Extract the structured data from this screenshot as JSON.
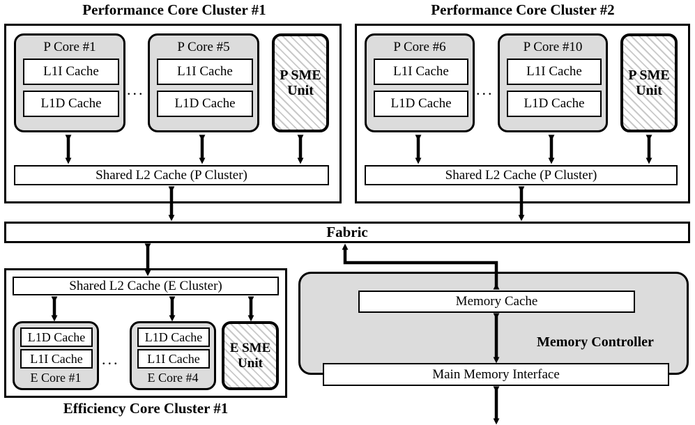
{
  "diagram": {
    "type": "block-diagram",
    "titles": {
      "p_cluster_1": "Performance Core Cluster #1",
      "p_cluster_2": "Performance Core Cluster #2",
      "e_cluster_1": "Efficiency Core Cluster #1"
    },
    "p_cluster_1": {
      "cores": [
        {
          "name": "P Core #1",
          "caches": [
            "L1I  Cache",
            "L1D Cache"
          ]
        },
        {
          "name": "P Core #5",
          "caches": [
            "L1I  Cache",
            "L1D Cache"
          ]
        }
      ],
      "ellipsis": "...",
      "sme_unit": "P SME Unit",
      "sme_unit_line1": "P SME",
      "sme_unit_line2": "Unit",
      "l2": "Shared L2 Cache (P Cluster)"
    },
    "p_cluster_2": {
      "cores": [
        {
          "name": "P Core #6",
          "caches": [
            "L1I  Cache",
            "L1D Cache"
          ]
        },
        {
          "name": "P Core #10",
          "caches": [
            "L1I  Cache",
            "L1D Cache"
          ]
        }
      ],
      "ellipsis": "...",
      "sme_unit": "P SME Unit",
      "sme_unit_line1": "P SME",
      "sme_unit_line2": "Unit",
      "l2": "Shared L2 Cache (P Cluster)"
    },
    "e_cluster_1": {
      "l2": "Shared L2 Cache (E Cluster)",
      "cores": [
        {
          "name": "E Core #1",
          "caches": [
            "L1D Cache",
            "L1I  Cache"
          ]
        },
        {
          "name": "E Core #4",
          "caches": [
            "L1D Cache",
            "L1I  Cache"
          ]
        }
      ],
      "ellipsis": "...",
      "sme_unit": "E SME Unit",
      "sme_unit_line1": "E SME",
      "sme_unit_line2": "Unit"
    },
    "fabric": {
      "label": "Fabric"
    },
    "memory_controller": {
      "label": "Memory Controller",
      "memory_cache": "Memory Cache",
      "main_memory_interface": "Main Memory Interface"
    },
    "colors": {
      "core_fill": "#dcdcdc",
      "memory_controller_fill": "#dcdcdc",
      "hatch_line": "#c9c9c9",
      "stroke": "#000000",
      "background": "#ffffff"
    }
  }
}
